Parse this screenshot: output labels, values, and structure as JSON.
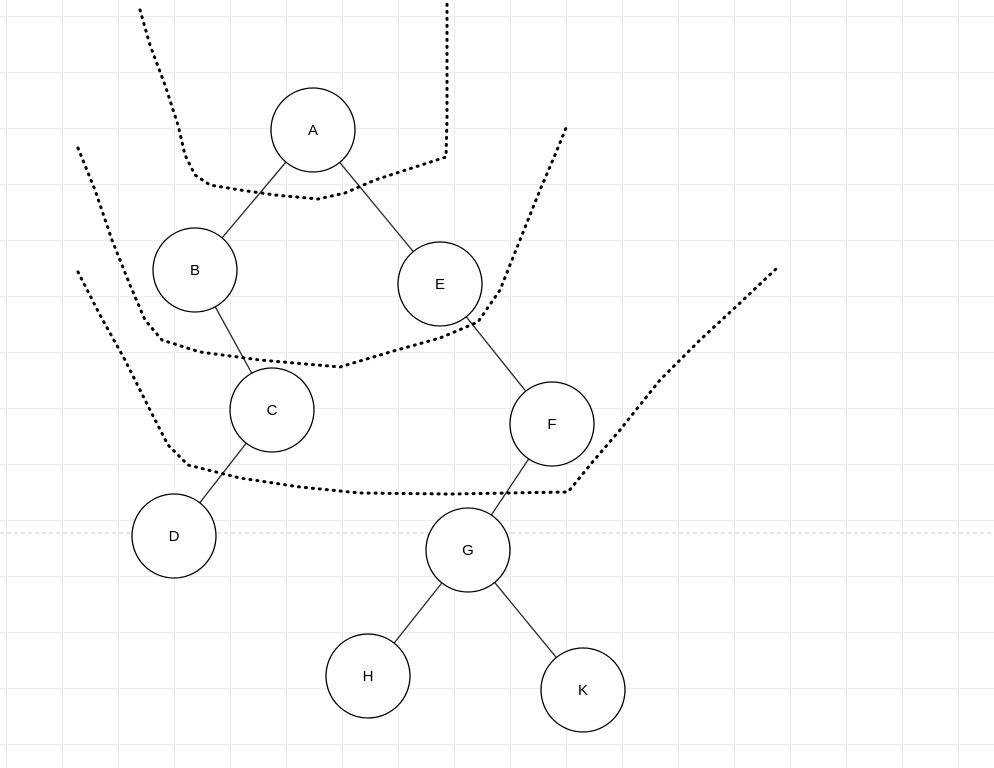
{
  "nodes": [
    {
      "id": "A",
      "label": "A"
    },
    {
      "id": "B",
      "label": "B"
    },
    {
      "id": "E",
      "label": "E"
    },
    {
      "id": "C",
      "label": "C"
    },
    {
      "id": "F",
      "label": "F"
    },
    {
      "id": "D",
      "label": "D"
    },
    {
      "id": "G",
      "label": "G"
    },
    {
      "id": "H",
      "label": "H"
    },
    {
      "id": "K",
      "label": "K"
    }
  ],
  "edges": [
    {
      "from": "A",
      "to": "B"
    },
    {
      "from": "A",
      "to": "E"
    },
    {
      "from": "B",
      "to": "C"
    },
    {
      "from": "E",
      "to": "F"
    },
    {
      "from": "C",
      "to": "D"
    },
    {
      "from": "F",
      "to": "G"
    },
    {
      "from": "G",
      "to": "H"
    },
    {
      "from": "G",
      "to": "K"
    }
  ],
  "style": {
    "line_color": "#333333",
    "node_border": "#000000",
    "node_fill": "#ffffff",
    "grid_color": "#ececec"
  }
}
